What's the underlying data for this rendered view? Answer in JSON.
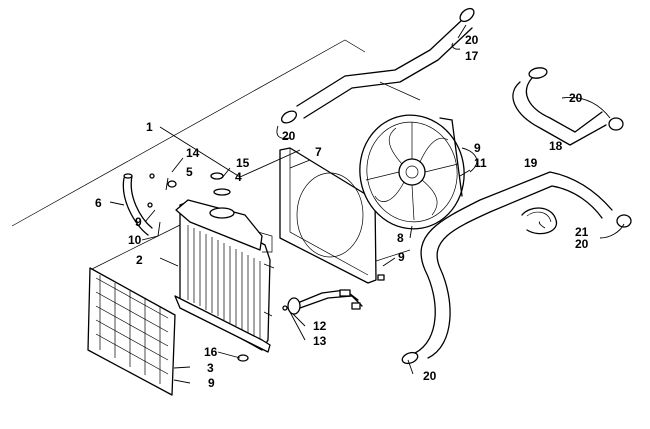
{
  "diagram": {
    "labels": [
      {
        "name": "callout-1",
        "text": "1"
      },
      {
        "name": "callout-2",
        "text": "2"
      },
      {
        "name": "callout-3",
        "text": "3"
      },
      {
        "name": "callout-4",
        "text": "4"
      },
      {
        "name": "callout-5",
        "text": "5"
      },
      {
        "name": "callout-6",
        "text": "6"
      },
      {
        "name": "callout-7",
        "text": "7"
      },
      {
        "name": "callout-8",
        "text": "8"
      },
      {
        "name": "callout-9-a",
        "text": "9"
      },
      {
        "name": "callout-9-b",
        "text": "9"
      },
      {
        "name": "callout-9-c",
        "text": "9"
      },
      {
        "name": "callout-9-d",
        "text": "9"
      },
      {
        "name": "callout-10",
        "text": "10"
      },
      {
        "name": "callout-11",
        "text": "11"
      },
      {
        "name": "callout-12",
        "text": "12"
      },
      {
        "name": "callout-13",
        "text": "13"
      },
      {
        "name": "callout-14",
        "text": "14"
      },
      {
        "name": "callout-15",
        "text": "15"
      },
      {
        "name": "callout-16",
        "text": "16"
      },
      {
        "name": "callout-17",
        "text": "17"
      },
      {
        "name": "callout-18",
        "text": "18"
      },
      {
        "name": "callout-19",
        "text": "19"
      },
      {
        "name": "callout-20-a",
        "text": "20"
      },
      {
        "name": "callout-20-b",
        "text": "20"
      },
      {
        "name": "callout-20-c",
        "text": "20"
      },
      {
        "name": "callout-20-d",
        "text": "20"
      },
      {
        "name": "callout-20-e",
        "text": "20"
      },
      {
        "name": "callout-21",
        "text": "21"
      }
    ]
  }
}
